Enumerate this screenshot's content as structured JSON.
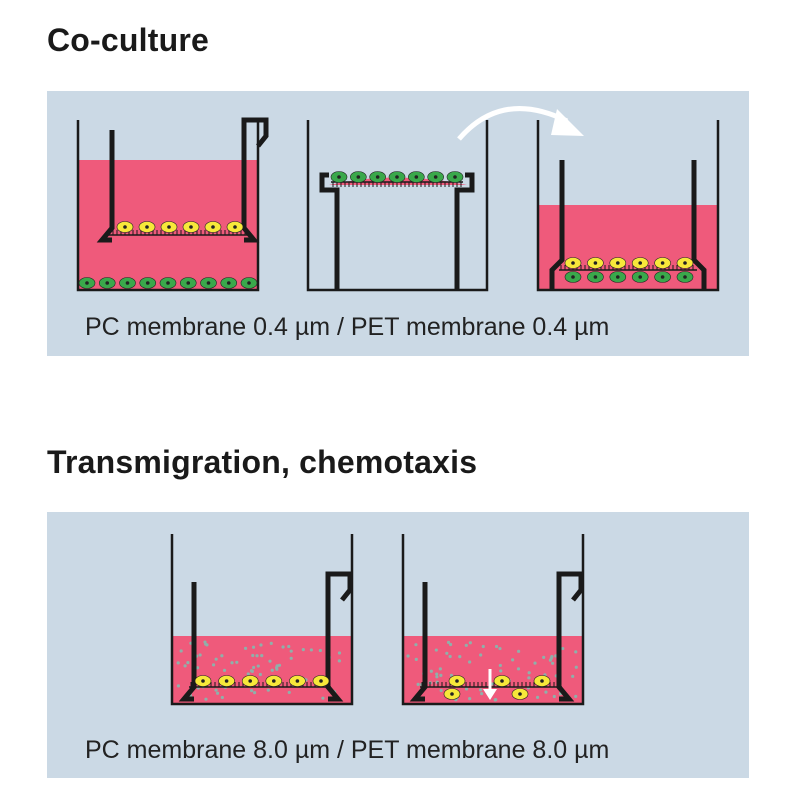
{
  "sections": [
    {
      "title": "Co-culture",
      "caption": "PC membrane 0.4 µm / PET membrane 0.4 µm"
    },
    {
      "title": "Transmigration, chemotaxis",
      "caption": "PC membrane 8.0 µm / PET membrane 8.0 µm"
    }
  ],
  "colors": {
    "panel": "#cbd9e5",
    "medium": "#ef5a7b",
    "wall": "#1a1a1a",
    "cell_yellow": "#f7e83a",
    "cell_green": "#3aa84b",
    "nucleus": "#222222",
    "arrow": "#ffffff",
    "dots": "#8fb0aa"
  }
}
